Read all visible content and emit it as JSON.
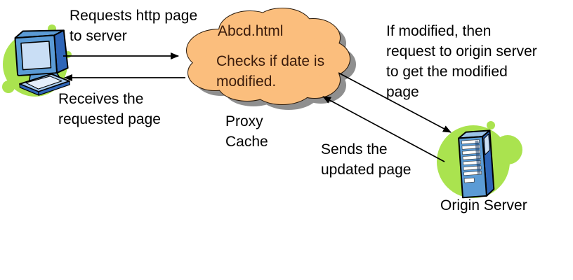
{
  "colors": {
    "cloud-fill": "#FBBE7D",
    "cloud-stroke": "#2b1a0a",
    "cloud-text": "#3b1c0c",
    "shadow": "#8f8f8f",
    "blob": "#aae34f",
    "srv-front": "#5b9bd5",
    "srv-side": "#2f66b8",
    "screen": "#c9def5",
    "kbd": "#a9ccf0",
    "ink": "#000000"
  },
  "nodes": {
    "client": {
      "icon": "computer-icon"
    },
    "proxy": {
      "icon": "cloud-icon",
      "file_label": "Abcd.html",
      "note": "Checks if date is\nmodified.",
      "caption": "Proxy\nCache"
    },
    "origin": {
      "icon": "server-icon",
      "caption": "Origin Server"
    }
  },
  "edges": [
    {
      "name": "client-to-proxy",
      "label": "Requests http page\nto server"
    },
    {
      "name": "proxy-to-client",
      "label": "Receives the\nrequested page"
    },
    {
      "name": "proxy-to-origin",
      "label": "If modified, then\nrequest to origin server\nto get the modified\npage"
    },
    {
      "name": "origin-to-proxy",
      "label": "Sends the\nupdated page"
    }
  ]
}
